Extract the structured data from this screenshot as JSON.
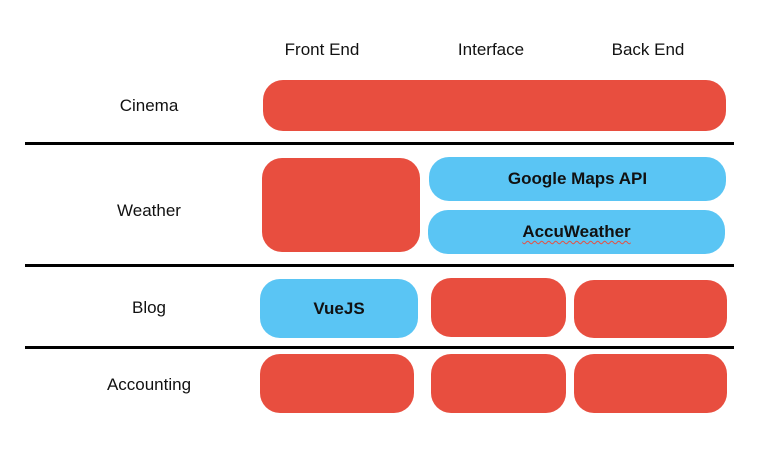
{
  "columns": {
    "front_end": "Front End",
    "interface": "Interface",
    "back_end": "Back End"
  },
  "rows": {
    "cinema": "Cinema",
    "weather": "Weather",
    "blog": "Blog",
    "accounting": "Accounting"
  },
  "blocks": {
    "google_maps": "Google Maps API",
    "accuweather": "AccuWeather",
    "vuejs": "VueJS"
  },
  "colors": {
    "red": "#e84e3f",
    "blue": "#5ac5f4"
  }
}
